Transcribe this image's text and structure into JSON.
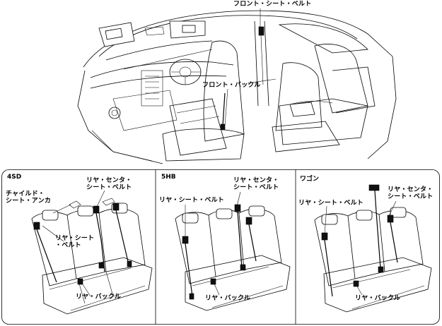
{
  "top": {
    "front_seat_belt": "フロント・シート・ベルト",
    "front_buckle": "フロント・バックル"
  },
  "panels": [
    {
      "title": "4SD",
      "labels": {
        "child_anchor": "チャイルド・\nシート・アンカ",
        "rear_center_belt": "リヤ・センタ・\nシート・ベルト",
        "rear_seat_belt": "リヤ・シート\n・ベルト",
        "rear_buckle": "リヤ・バックル"
      }
    },
    {
      "title": "5HB",
      "labels": {
        "rear_center_belt": "リヤ・センタ・\nシート・ベルト",
        "rear_seat_belt": "リヤ・シート・ベルト",
        "rear_buckle": "リヤ・バックル"
      }
    },
    {
      "title": "ワゴン",
      "labels": {
        "rear_seat_belt": "リヤ・シート・ベルト",
        "rear_center_belt": "リヤ・センタ・\nシート・ベルト",
        "rear_buckle": "リヤ・バックル"
      }
    }
  ]
}
